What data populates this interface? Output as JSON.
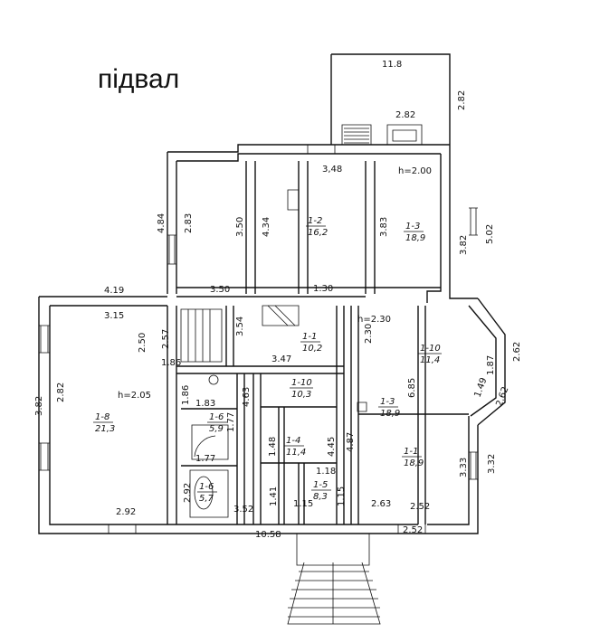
{
  "title": "підвал",
  "heights": {
    "main": "h=2.00",
    "left": "h=2.05",
    "right": "h=2.30"
  },
  "rooms": [
    {
      "num": "1-2",
      "area": "16,2"
    },
    {
      "num": "1-3",
      "area": "18,9"
    },
    {
      "num": "1-1",
      "area": "10,2"
    },
    {
      "num": "1-10",
      "area": "11,4"
    },
    {
      "num": "1-8",
      "area": "21,3"
    },
    {
      "num": "1-10",
      "area": "10,3"
    },
    {
      "num": "1-3",
      "area": "18,9"
    },
    {
      "num": "1-6",
      "area": "5,9"
    },
    {
      "num": "1-4",
      "area": "11,4"
    },
    {
      "num": "1-1",
      "area": "18,9"
    },
    {
      "num": "1-6",
      "area": "5,7"
    },
    {
      "num": "1-5",
      "area": "8,3"
    }
  ],
  "dims": {
    "d1": "11.8",
    "d2": "2.82",
    "d3": "2.82",
    "d4": "3,48",
    "d5": "4.84",
    "d6": "2.83",
    "d7": "3.50",
    "d8": "4.34",
    "d9": "3.83",
    "d10": "3.82",
    "d11": "5.02",
    "d12": "3.50",
    "d13": "1.30",
    "d14": "4.19",
    "d15": "3.15",
    "d16": "2.50",
    "d17": "2.57",
    "d18": "1.86",
    "d19": "3.54",
    "d20": "3.47",
    "d21": "2.30",
    "d22": "6.85",
    "d23": "1.87",
    "d24": "2.62",
    "d25": "1.49",
    "d26": "2.62",
    "d27": "3.82",
    "d28": "2.82",
    "d29": "1.86",
    "d30": "1.83",
    "d31": "4.63",
    "d32": "1.77",
    "d33": "1.77",
    "d34": "1.48",
    "d35": "4.45",
    "d36": "4.87",
    "d37": "1.18",
    "d38": "3.33",
    "d39": "3.32",
    "d40": "2.92",
    "d41": "1.41",
    "d42": "1.15",
    "d43": "1.15",
    "d44": "2.63",
    "d45": "2.52",
    "d46": "2.92",
    "d47": "3.52",
    "d48": "10.58",
    "d49": "2.52"
  }
}
